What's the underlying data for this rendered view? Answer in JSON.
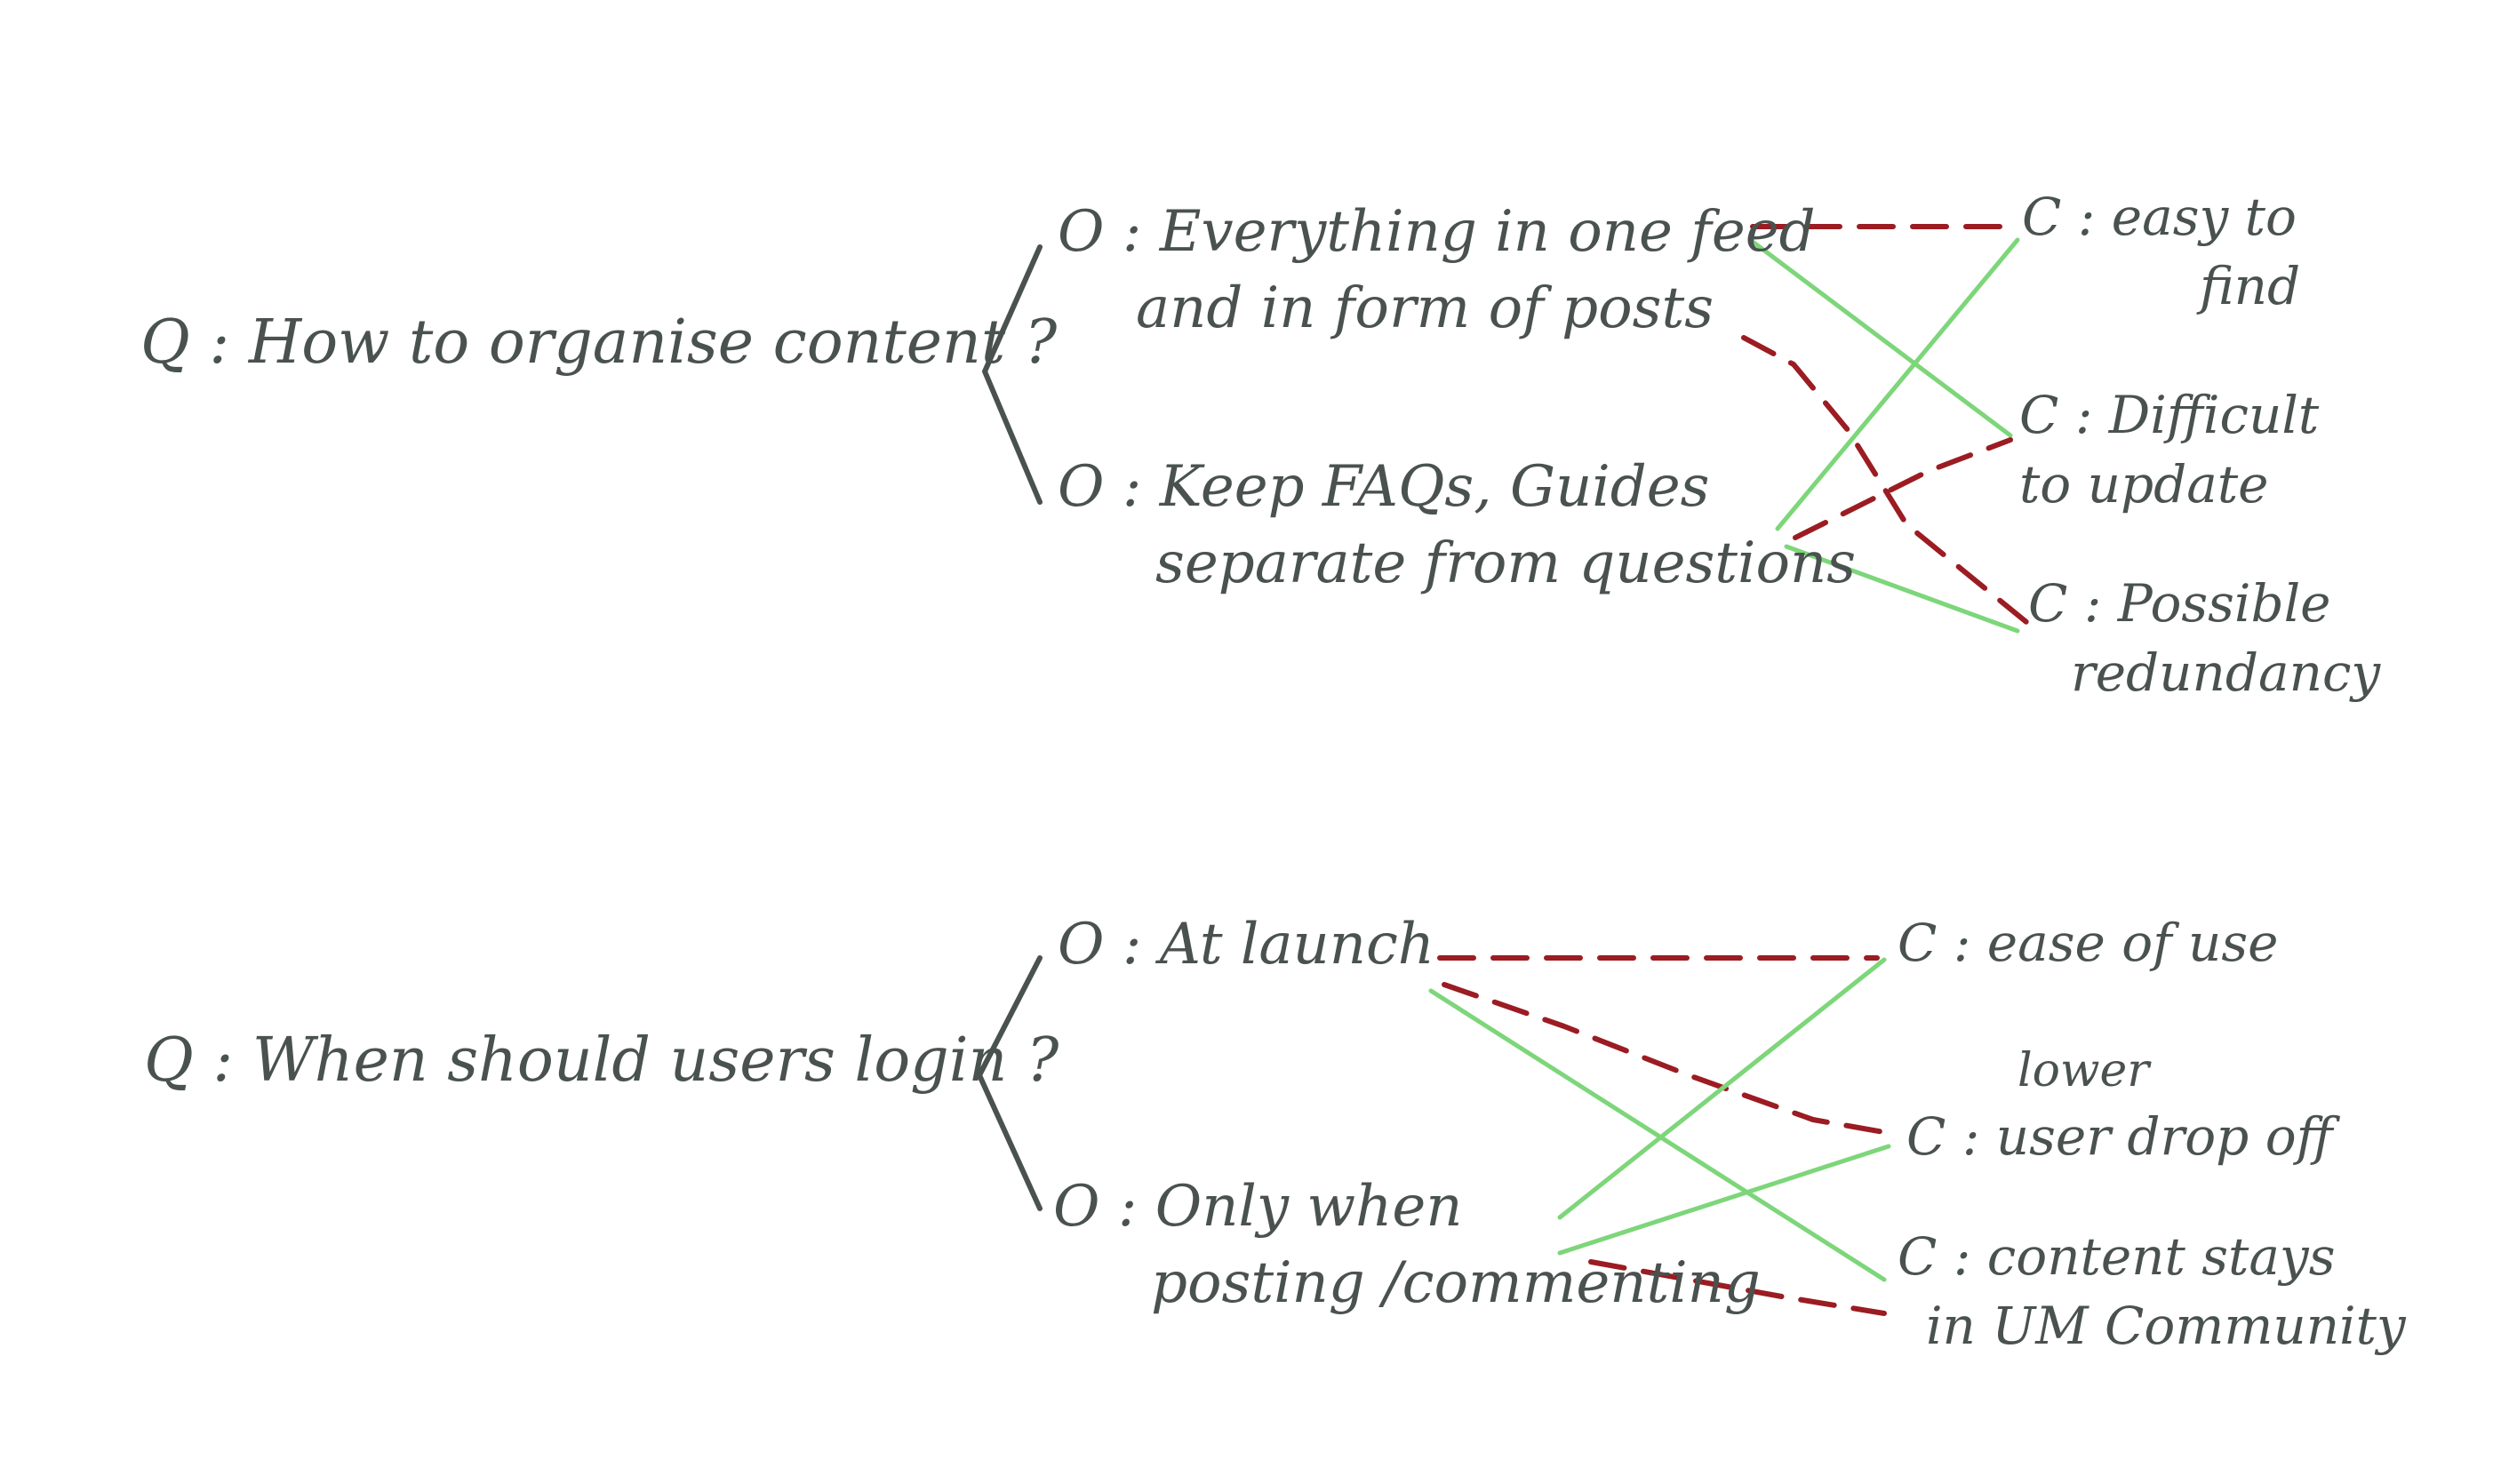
{
  "colors": {
    "ink": "#4a5250",
    "negative": "#9b1c22",
    "positive": "#7dd67a"
  },
  "questions": [
    {
      "question": "Q : How to organise content ?",
      "options": [
        {
          "lines": [
            "O : Everything in one feed",
            "and in form of posts"
          ]
        },
        {
          "lines": [
            "O : Keep FAQs, Guides",
            "separate from questions"
          ]
        }
      ],
      "considerations": [
        {
          "lines": [
            "C : easy to",
            "find"
          ]
        },
        {
          "lines": [
            "C : Difficult",
            "to update"
          ]
        },
        {
          "lines": [
            "C : Possible",
            "redundancy"
          ]
        }
      ],
      "links": [
        {
          "option": 0,
          "consideration": 0,
          "kind": "negative"
        },
        {
          "option": 0,
          "consideration": 1,
          "kind": "positive"
        },
        {
          "option": 0,
          "consideration": 2,
          "kind": "negative"
        },
        {
          "option": 1,
          "consideration": 0,
          "kind": "positive"
        },
        {
          "option": 1,
          "consideration": 1,
          "kind": "negative"
        },
        {
          "option": 1,
          "consideration": 2,
          "kind": "positive"
        }
      ]
    },
    {
      "question": "Q : When should users login ?",
      "options": [
        {
          "lines": [
            "O : At launch"
          ]
        },
        {
          "lines": [
            "O : Only when",
            "posting /commenting"
          ]
        }
      ],
      "considerations": [
        {
          "lines": [
            "C : ease of use"
          ]
        },
        {
          "lines": [
            "lower",
            "C : user drop off"
          ]
        },
        {
          "lines": [
            "C : content stays",
            "in UM Community"
          ]
        }
      ],
      "links": [
        {
          "option": 0,
          "consideration": 0,
          "kind": "negative"
        },
        {
          "option": 0,
          "consideration": 1,
          "kind": "negative"
        },
        {
          "option": 0,
          "consideration": 2,
          "kind": "positive"
        },
        {
          "option": 1,
          "consideration": 0,
          "kind": "positive"
        },
        {
          "option": 1,
          "consideration": 1,
          "kind": "positive"
        },
        {
          "option": 1,
          "consideration": 2,
          "kind": "negative"
        }
      ]
    }
  ]
}
